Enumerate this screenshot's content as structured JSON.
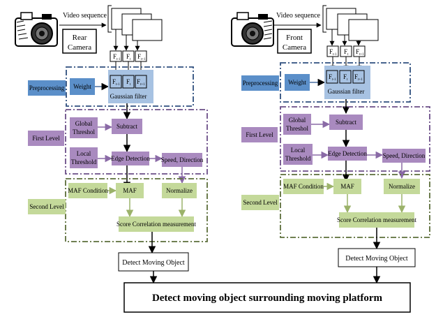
{
  "colors": {
    "blue_box": "#5b8fc9",
    "blue_region": "#a7c2e2",
    "purple_box": "#a98abf",
    "green_box": "#c4d99a",
    "stage_border_blue": "#2e4e7e",
    "stage_border_purple": "#6b4e88",
    "stage_border_green": "#5c6e3a",
    "line": "#000000"
  },
  "icons": [
    "camera-icon",
    "camera-icon"
  ],
  "left": {
    "video_label": "Video sequence",
    "camera_label": [
      "Rear",
      "Camera"
    ],
    "frames": {
      "prev": "F",
      "prev_sub": "t-1",
      "cur": "F",
      "cur_sub": "t",
      "next": "F",
      "next_sub": "t+1"
    },
    "preprocessing_label": "Preprocessing",
    "weight": "Weight",
    "gaussian_filter": "Gaussian filter",
    "first_level_label": "First Level",
    "global_threshol": [
      "Global",
      "Threshol"
    ],
    "subtract": "Subtract",
    "local_threshold": [
      "Local",
      "Threshold"
    ],
    "edge_detection": "Edge Detection",
    "speed_direction": "Speed, Direction",
    "second_level_label": "Second Level",
    "maf_condition": "MAF Condition",
    "maf": "MAF",
    "normalize": "Normalize",
    "score": "Score Correlation measurement",
    "detect": "Detect Moving Object"
  },
  "right": {
    "video_label": "Video sequence",
    "camera_label": [
      "Front",
      "Camera"
    ],
    "frames": {
      "prev": "F",
      "prev_sub": "t-1",
      "cur": "F",
      "cur_sub": "t",
      "next": "F",
      "next_sub": "t+1"
    },
    "preprocessing_label": "Preprocessing",
    "weight": "Weight",
    "gaussian_filter": "Gaussian filter",
    "first_level_label": "First Level",
    "global_threshol": [
      "Global",
      "Threshol"
    ],
    "subtract": "Subtract",
    "local_threshold": [
      "Local",
      "Threshold"
    ],
    "edge_detection": "Edge Detection",
    "speed_direction": "Speed, Direction",
    "second_level_label": "Second Level",
    "maf_condition": "MAF Condition",
    "maf": "MAF",
    "normalize": "Normalize",
    "score": "Score Correlation measurement",
    "detect": "Detect Moving Object"
  },
  "bottom_label": "Detect moving object surrounding moving platform"
}
